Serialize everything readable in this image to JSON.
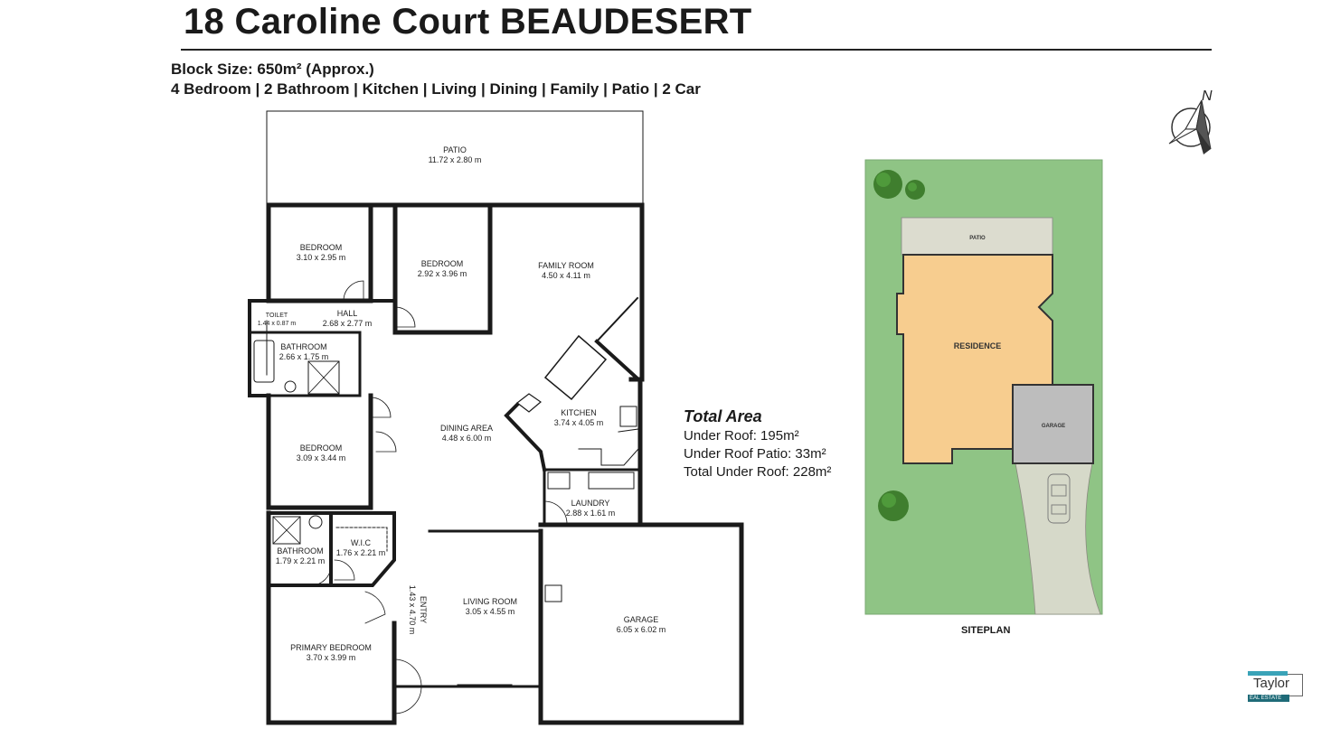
{
  "title": "18 Caroline Court BEAUDESERT",
  "block_size": "Block Size: 650m² (Approx.)",
  "features": "4 Bedroom | 2 Bathroom | Kitchen | Living | Dining | Family | Patio | 2 Car",
  "compass": {
    "label": "N",
    "icon": "north-arrow-icon"
  },
  "rooms": {
    "patio": {
      "name": "PATIO",
      "dim": "11.72 x 2.80 m"
    },
    "bedroom_nw": {
      "name": "BEDROOM",
      "dim": "3.10 x 2.95 m"
    },
    "bedroom_n": {
      "name": "BEDROOM",
      "dim": "2.92 x 3.96 m"
    },
    "family_room": {
      "name": "FAMILY ROOM",
      "dim": "4.50 x 4.11 m"
    },
    "toilet": {
      "name": "TOILET",
      "dim": "1.44 x 0.87 m"
    },
    "hall": {
      "name": "HALL",
      "dim": "2.68 x 2.77 m"
    },
    "bathroom_main": {
      "name": "BATHROOM",
      "dim": "2.66 x 1.75 m"
    },
    "kitchen": {
      "name": "KITCHEN",
      "dim": "3.74 x 4.05 m"
    },
    "dining_area": {
      "name": "DINING AREA",
      "dim": "4.48 x 6.00 m"
    },
    "bedroom_w": {
      "name": "BEDROOM",
      "dim": "3.09 x 3.44 m"
    },
    "laundry": {
      "name": "LAUNDRY",
      "dim": "2.88 x 1.61 m"
    },
    "bathroom_ensuite": {
      "name": "BATHROOM",
      "dim": "1.79 x 2.21 m"
    },
    "wic": {
      "name": "W.I.C",
      "dim": "1.76 x 2.21 m"
    },
    "entry": {
      "name": "ENTRY",
      "dim": "1.43 x 4.70 m"
    },
    "living_room": {
      "name": "LIVING ROOM",
      "dim": "3.05 x 4.55 m"
    },
    "garage": {
      "name": "GARAGE",
      "dim": "6.05 x 6.02 m"
    },
    "primary_bedroom": {
      "name": "PRIMARY BEDROOM",
      "dim": "3.70 x 3.99 m"
    }
  },
  "total_area": {
    "heading": "Total Area",
    "under_roof": "Under Roof: 195m²",
    "under_roof_patio": "Under Roof Patio: 33m²",
    "total_under_roof": "Total Under Roof: 228m²"
  },
  "siteplan": {
    "caption": "SITEPLAN",
    "patio": "PATIO",
    "residence": "RESIDENCE",
    "garage": "GARAGE",
    "colors": {
      "lawn": "#8fc485",
      "residence": "#f7cd8f",
      "garage": "#bdbdbd",
      "patio": "#dcdccf",
      "driveway": "#d6d9c9"
    }
  },
  "logo": {
    "name": "Taylor",
    "tag": "EAL ESTATE",
    "color": "#3aa3b8"
  }
}
